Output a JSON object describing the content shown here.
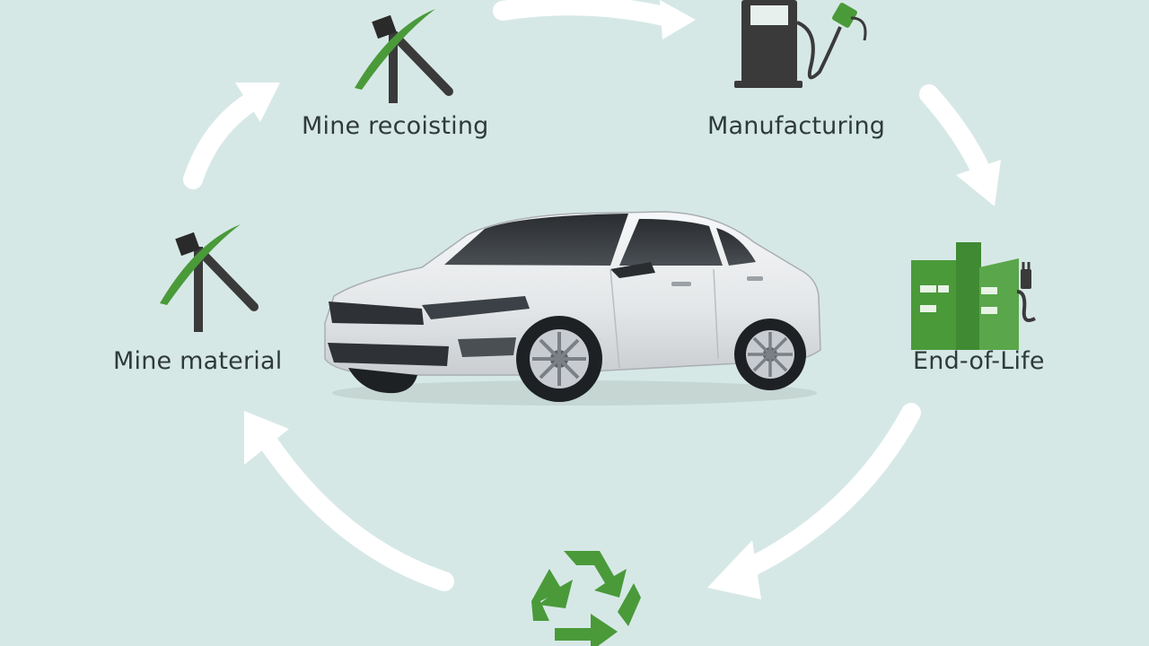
{
  "labels": {
    "mine_recycling": "Mine recoisting",
    "manufacturing": "Manufacturing",
    "mine_material": "Mine material",
    "end_of_life": "End-of-Life"
  },
  "colors": {
    "background": "#d6e8e6",
    "arrow": "#ffffff",
    "accent_green": "#4a9a3a",
    "icon_dark": "#3a3a3a",
    "car_body": "#e9ecee",
    "text": "#2f3a3a"
  },
  "icons": {
    "mine_recycling": "pickaxe-icon",
    "manufacturing": "fuel-pump-icon",
    "mine_material": "pickaxe-icon",
    "end_of_life": "factory-plug-icon",
    "bottom": "recycle-icon",
    "center": "car-image"
  }
}
